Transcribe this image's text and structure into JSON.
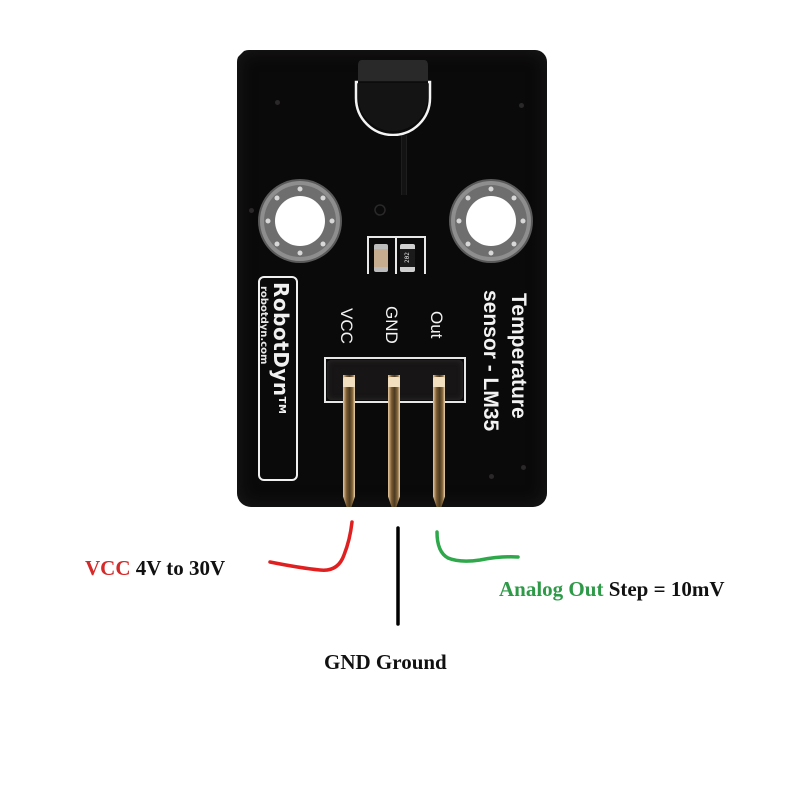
{
  "board": {
    "logo": "RobotDyn",
    "logo_tm": "TM",
    "logo_url": "robotdyn.com",
    "title_line1": "Temperature",
    "title_line2": "sensor - LM35",
    "pin_labels": [
      "VCC",
      "GND",
      "Out"
    ],
    "resistor_code": "202",
    "colors": {
      "pcb": "#0b0a0a",
      "silkscreen": "#f2f2f2",
      "pin_gold": "#c9a46a"
    }
  },
  "annotations": {
    "vcc": {
      "name": "VCC",
      "desc": "4V to 30V",
      "name_color": "#d42a2a",
      "wire_color": "#e02020"
    },
    "gnd": {
      "name": "GND",
      "desc": "Ground",
      "name_color": "#111111",
      "wire_color": "#000000"
    },
    "out": {
      "name": "Analog Out",
      "desc": "Step = 10mV",
      "name_color": "#2e9a48",
      "wire_color": "#2ea84a"
    }
  }
}
